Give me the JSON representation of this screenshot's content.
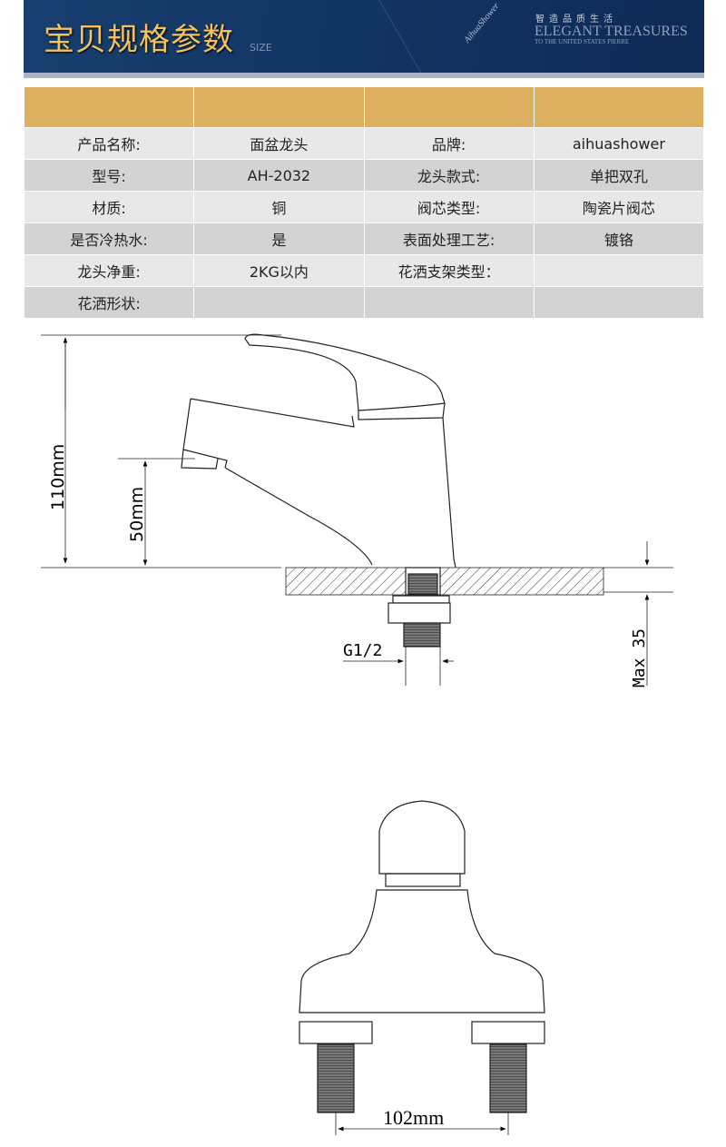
{
  "banner": {
    "title": "宝贝规格参数",
    "subtitle": "SIZE",
    "slogan_cn": "智造品质生活",
    "slogan_en": "ELEGANT TREASURES",
    "slogan_sub": "TO THE UNITED STATES PIERRE",
    "logo": "AihuaShower"
  },
  "table": {
    "rows": [
      [
        "产品名称:",
        "面盆龙头",
        "品牌:",
        "aihuashower"
      ],
      [
        "型号:",
        "AH-2032",
        "龙头款式:",
        "单把双孔"
      ],
      [
        "材质:",
        "铜",
        "阀芯类型:",
        "陶瓷片阀芯"
      ],
      [
        "是否冷热水:",
        "是",
        "表面处理工艺:",
        "镀铬"
      ],
      [
        "龙头净重:",
        "2KG以内",
        "花洒支架类型：",
        ""
      ],
      [
        "花洒形状:",
        "",
        "",
        ""
      ]
    ]
  },
  "drawing": {
    "height_total": "110mm",
    "spout_height": "50mm",
    "thread": "G1/2",
    "max_thickness": "Max 35",
    "hole_spacing": "102mm"
  }
}
